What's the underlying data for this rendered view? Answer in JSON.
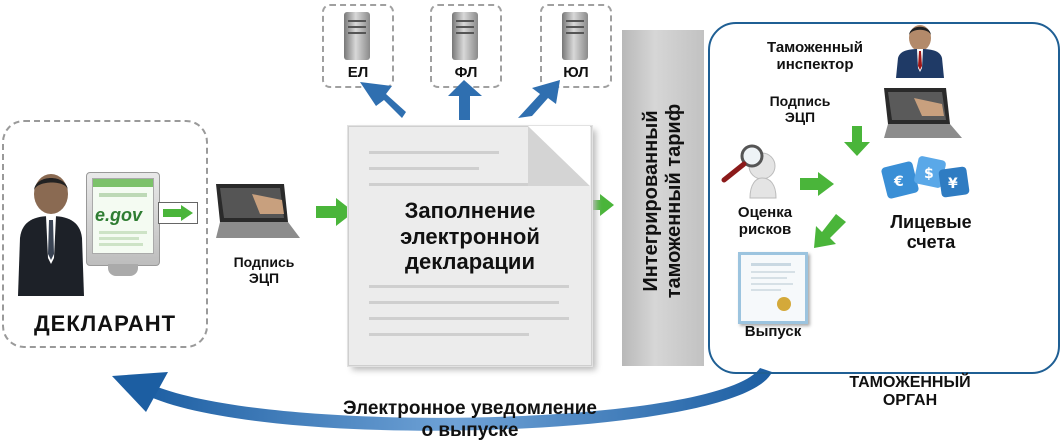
{
  "servers": [
    {
      "label": "ЕЛ"
    },
    {
      "label": "ФЛ"
    },
    {
      "label": "ЮЛ"
    }
  ],
  "declarant": {
    "label": "ДЕКЛАРАНТ",
    "egov_logo": "e.gov"
  },
  "signature_left": {
    "line1": "Подпись",
    "line2": "ЭЦП"
  },
  "declaration_doc": {
    "line1": "Заполнение",
    "line2": "электронной",
    "line3": "декларации"
  },
  "tariff_bar": {
    "line1": "Интегрированный",
    "line2": "таможенный тариф"
  },
  "customs": {
    "inspector_line1": "Таможенный",
    "inspector_line2": "инспектор",
    "signature_line1": "Подпись",
    "signature_line2": "ЭЦП",
    "risk_line1": "Оценка",
    "risk_line2": "рисков",
    "accounts_line1": "Лицевые",
    "accounts_line2": "счета",
    "release": "Выпуск",
    "org_line1": "ТАМОЖЕННЫЙ",
    "org_line2": "ОРГАН"
  },
  "notification": {
    "line1": "Электронное уведомление",
    "line2": "о выпуске"
  },
  "colors": {
    "blue_arrow": "#2f6fb0",
    "green_arrow": "#4ab53a",
    "panel_border": "#1f5f94"
  }
}
